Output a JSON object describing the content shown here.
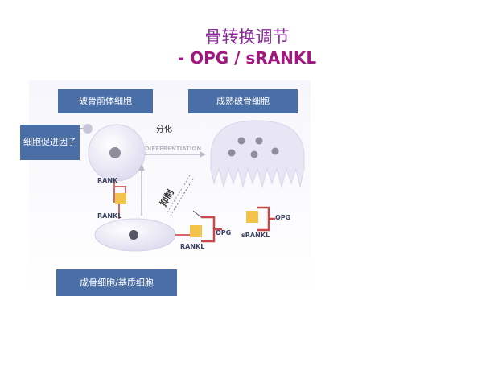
{
  "title": {
    "line1": "骨转换调节",
    "line2": "- OPG / sRANKL"
  },
  "boxes": {
    "preosteoclast": "破骨前体细胞",
    "mature_osteoclast": "成熟破骨细胞",
    "promoting_factor": "细胞促进因子",
    "osteoblast_stromal": "成骨细胞/基质细胞"
  },
  "labels": {
    "differentiation_cn": "分化",
    "differentiation_en": "DIFFERENTIATION",
    "inhibit": "抑制",
    "rank": "RANK",
    "rankl_left": "RANKL",
    "rankl_bottom": "RANKL",
    "opg_bound": "OPG",
    "opg_free": "OPG",
    "srankl": "sRANKL"
  },
  "colors": {
    "title": "#8b2a9a",
    "box": "#4a6fa6",
    "cell": "#e8e6f4",
    "rank_line": "#d66a6a",
    "rankl_square": "#f3c24a",
    "opg_bracket": "#c94848"
  }
}
